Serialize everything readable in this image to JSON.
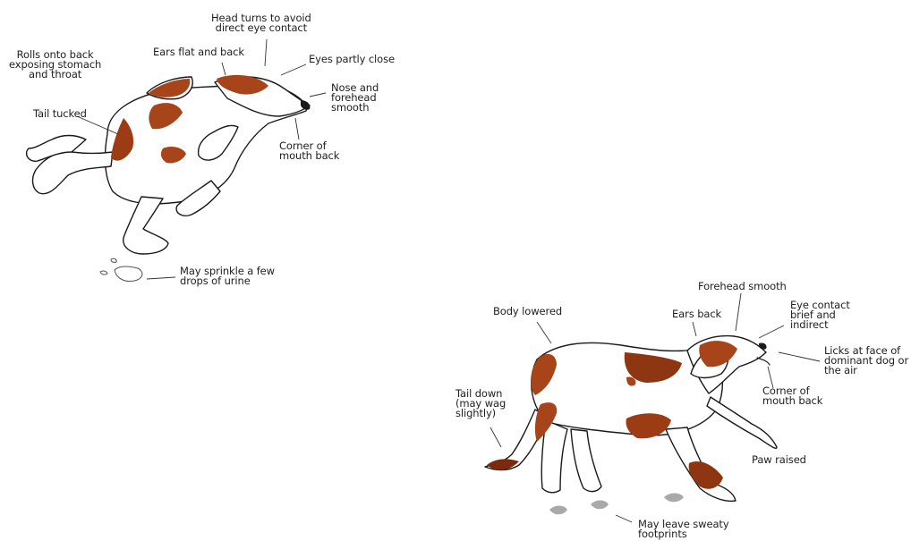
{
  "colors": {
    "patch": "#a8441a",
    "patch_dark": "#7c2a0d",
    "outline": "#1a1a1a",
    "footprint": "#a9a9a9"
  },
  "top_dog": {
    "labels": {
      "head_turns": [
        "Head turns to avoid",
        "direct eye contact"
      ],
      "rolls_onto_back": [
        "Rolls onto back",
        "exposing stomach",
        "and throat"
      ],
      "ears_flat": [
        "Ears flat and back"
      ],
      "eyes_partly_close": [
        "Eyes partly close"
      ],
      "nose_forehead": [
        "Nose and",
        "forehead",
        "smooth"
      ],
      "tail_tucked": [
        "Tail tucked"
      ],
      "corner_of_mouth": [
        "Corner of",
        "mouth back"
      ],
      "urine": [
        "May sprinkle a few",
        "drops of urine"
      ]
    }
  },
  "bottom_dog": {
    "labels": {
      "forehead_smooth": [
        "Forehead smooth"
      ],
      "body_lowered": [
        "Body lowered"
      ],
      "ears_back": [
        "Ears back"
      ],
      "eye_contact": [
        "Eye contact",
        "brief and",
        "indirect"
      ],
      "licks_face": [
        "Licks at face of",
        "dominant dog or",
        "the air"
      ],
      "tail_down": [
        "Tail down",
        "(may wag",
        "slightly)"
      ],
      "corner_of_mouth": [
        "Corner of",
        "mouth back"
      ],
      "paw_raised": [
        "Paw raised"
      ],
      "sweaty_footprints": [
        "May leave sweaty",
        "footprints"
      ]
    }
  }
}
